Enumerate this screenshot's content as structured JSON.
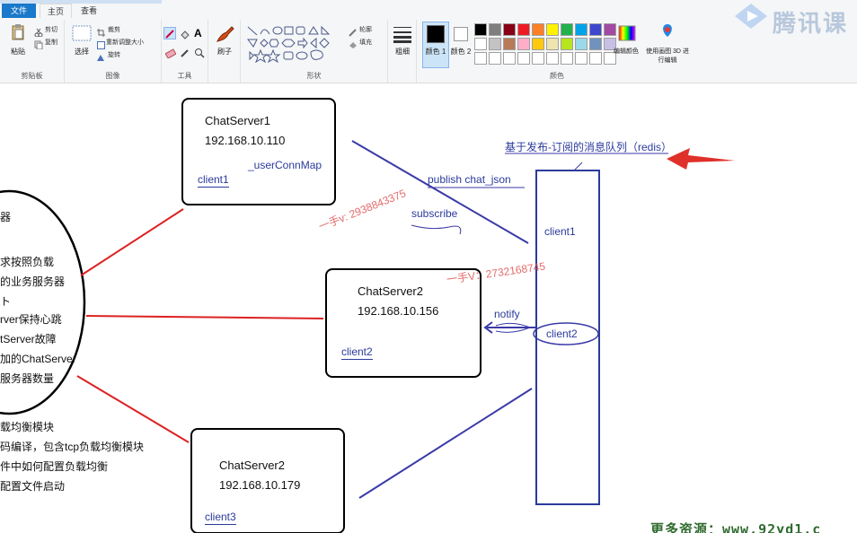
{
  "window": {
    "tabs": [
      {
        "label": "文件"
      },
      {
        "label": "主页"
      },
      {
        "label": "查看"
      }
    ]
  },
  "ribbon": {
    "clipboard": {
      "paste": "粘贴",
      "cut": "剪切",
      "copy": "复制",
      "label": "剪贴板"
    },
    "image": {
      "select": "选择",
      "crop": "裁剪",
      "resize": "重新调整大小",
      "rotate": "旋转",
      "label": "图像"
    },
    "tools": {
      "label": "工具"
    },
    "brushes": {
      "label": "刷子"
    },
    "shapes": {
      "outline": "轮廓",
      "fill": "填充",
      "label": "形状"
    },
    "size": {
      "label": "粗细"
    },
    "colors": {
      "color1": "颜色 1",
      "color2": "颜色 2",
      "edit": "编辑颜色",
      "paint3d": "使用画图 3D 进行编辑",
      "label": "颜色",
      "palette_row1": [
        "#000000",
        "#7f7f7f",
        "#880015",
        "#ed1c24",
        "#ff7f27",
        "#fff200",
        "#22b14c",
        "#00a2e8",
        "#3f48cc",
        "#a349a4"
      ],
      "palette_row2": [
        "#ffffff",
        "#c3c3c3",
        "#b97a57",
        "#ffaec9",
        "#ffc90e",
        "#efe4b0",
        "#b5e61d",
        "#99d9ea",
        "#7092be",
        "#c8bfe7"
      ]
    },
    "logo_text": "腾讯课"
  },
  "diagram": {
    "servers": [
      {
        "name": "ChatServer1",
        "ip": "192.168.10.110",
        "client": "client1",
        "extra": "_userConnMap"
      },
      {
        "name": "ChatServer2",
        "ip": "192.168.10.156",
        "client": "client2"
      },
      {
        "name": "ChatServer2",
        "ip": "192.168.10.179",
        "client": "client3"
      }
    ],
    "queue_title": "基于发布-订阅的消息队列（redis）",
    "queue_clients": [
      "client1",
      "client2"
    ],
    "publish": "publish chat_json",
    "subscribe": "subscribe",
    "notify": "notify",
    "lb_lines": [
      "器",
      "求按照负载",
      "的业务服务器",
      "ト",
      "rver保持心跳",
      "tServer故障",
      "加的ChatServer",
      "服务器数量"
    ],
    "bottom_lines": [
      "载均衡模块",
      "码编译，包含tcp负载均衡模块",
      "件中如何配置负载均衡",
      "配置文件启动"
    ],
    "watermark1": "一手v: 2938843375",
    "watermark2": "一手V：2732168745",
    "resource": "更多资源：www.92yd1.c"
  }
}
